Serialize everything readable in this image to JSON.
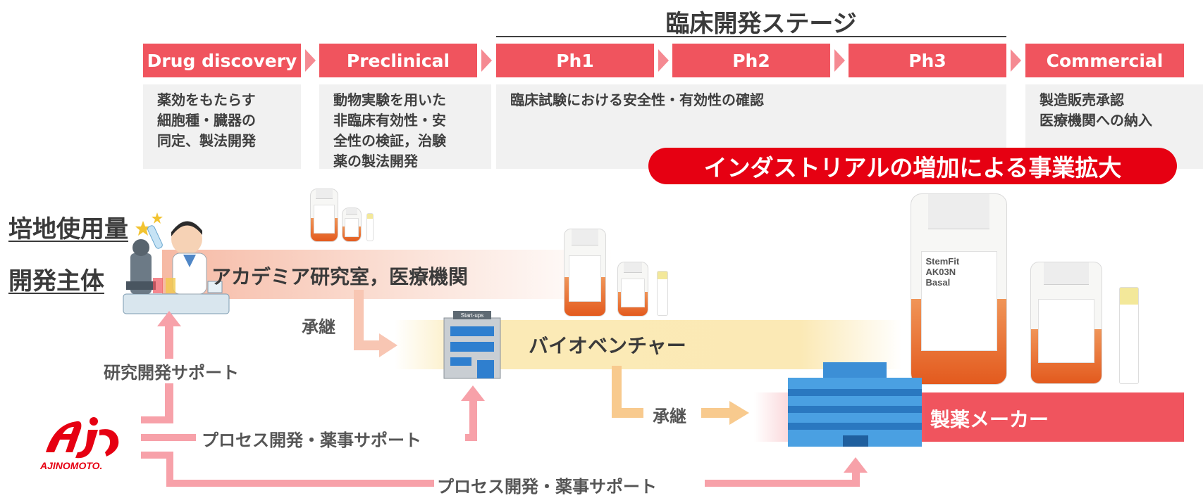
{
  "stage_header": {
    "title": "臨床開発ステージ"
  },
  "phases": [
    {
      "label": "Drug discovery",
      "desc": [
        "薬効をもたらす",
        "細胞種・臓器の",
        "同定、製法開発"
      ]
    },
    {
      "label": "Preclinical",
      "desc": [
        "動物実験を用いた",
        "非臨床有効性・安",
        "全性の検証，治験",
        "薬の製法開発"
      ]
    },
    {
      "label": "Ph1",
      "desc": [
        "臨床試験における安全性・有効性の確認"
      ]
    },
    {
      "label": "Ph2"
    },
    {
      "label": "Ph3"
    },
    {
      "label": "Commercial",
      "desc": [
        "製造販売承認",
        "医療機関への納入"
      ]
    }
  ],
  "banner": "インダストリアルの増加による事業拡大",
  "left_labels": {
    "usage": "培地使用量",
    "developer": "開発主体"
  },
  "entities": {
    "academia": "アカデミア研究室，医療機関",
    "bioventure": "バイオベンチャー",
    "pharma": "製薬メーカー"
  },
  "flows": {
    "succession_1": "承継",
    "succession_2": "承継",
    "rd_support": "研究開発サポート",
    "process_support_1": "プロセス開発・薬事サポート",
    "process_support_2": "プロセス開発・薬事サポート"
  },
  "logo": {
    "text": "AJINOMOTO."
  },
  "building_sign": "Start-ups",
  "product_label": {
    "brand": "StemFit",
    "name": "AK03N",
    "variant": "Basal"
  },
  "colors": {
    "phase": "#f0545e",
    "banner": "#e60012",
    "arrow_pink": "#f7a1a9",
    "arrow_tan": "#f8ca8e",
    "logo_red": "#e60012"
  }
}
